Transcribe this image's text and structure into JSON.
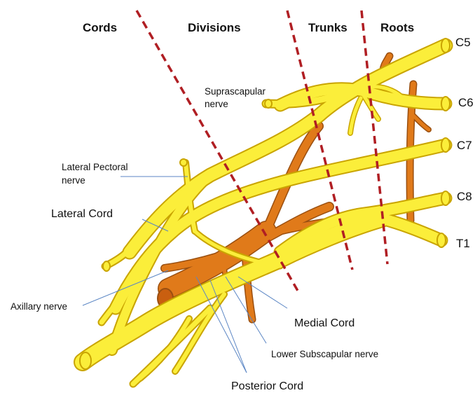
{
  "headers": {
    "cords": "Cords",
    "divisions": "Divisions",
    "trunks": "Trunks",
    "roots": "Roots"
  },
  "roots": {
    "c5": "C5",
    "c6": "C6",
    "c7": "C7",
    "c8": "C8",
    "t1": "T1"
  },
  "labels": {
    "suprascapular_line1": "Suprascapular",
    "suprascapular_line2": "nerve",
    "lateral_pectoral_line1": "Lateral Pectoral",
    "lateral_pectoral_line2": "nerve",
    "lateral_cord": "Lateral Cord",
    "axillary_nerve": "Axillary nerve",
    "medial_cord": "Medial Cord",
    "lower_subscapular": "Lower Subscapular nerve",
    "posterior_cord": "Posterior Cord"
  },
  "colors": {
    "anterior_nerve": "#fbee3a",
    "anterior_outline": "#c9a400",
    "posterior_nerve": "#e07a1a",
    "posterior_outline": "#9a4f10",
    "boundary_line": "#b01e23",
    "leader_line": "#5b86c4"
  }
}
